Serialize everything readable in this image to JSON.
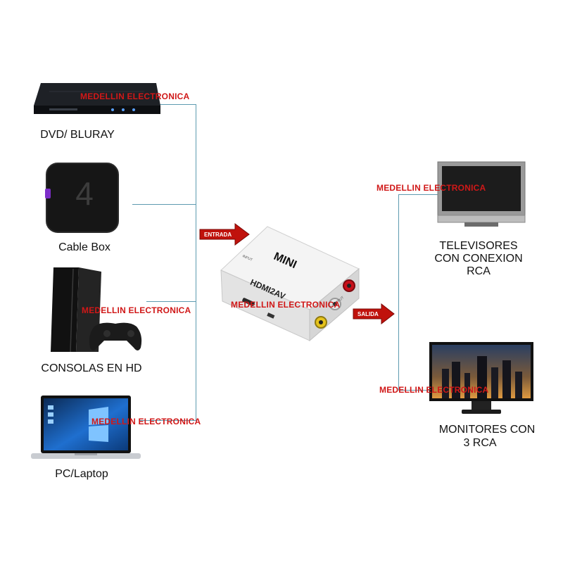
{
  "watermark": "MEDELLIN ELECTRONICA",
  "inputs": {
    "dvd": "DVD/ BLURAY",
    "cable": "Cable Box",
    "console": "CONSOLAS EN HD",
    "pc": "PC/Laptop"
  },
  "outputs": {
    "tv_line1": "TELEVISORES",
    "tv_line2": "CON CONEXION",
    "tv_line3": "RCA",
    "mon_line1": "MONITORES CON",
    "mon_line2": "3 RCA"
  },
  "arrows": {
    "in": "ENTRADA",
    "out": "SALIDA"
  },
  "device": {
    "title": "MINI",
    "model": "HDMI2AV",
    "input_port": "INPUT",
    "output_port": "OUTPUT"
  },
  "cable_box_digit": "4",
  "colors": {
    "watermark": "#d01818",
    "connector": "#5e9bb0",
    "arrow": "#c0120c"
  }
}
